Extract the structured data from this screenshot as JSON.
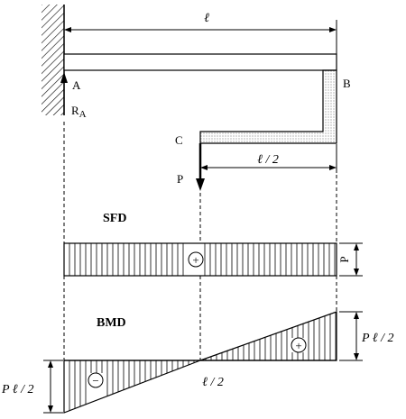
{
  "labels": {
    "span_total": "ℓ",
    "point_a": "A",
    "point_b": "B",
    "point_c": "C",
    "reaction_r": "R",
    "reaction_sub": "A",
    "load": "P",
    "span_half": "ℓ / 2",
    "sfd_title": "SFD",
    "sfd_sign": "+",
    "sfd_value": "P",
    "bmd_title": "BMD",
    "bmd_plus_sign": "+",
    "bmd_minus_sign": "−",
    "bmd_right_value": "P ℓ / 2",
    "bmd_left_value": "P ℓ / 2",
    "bmd_zero_location": "ℓ / 2"
  }
}
